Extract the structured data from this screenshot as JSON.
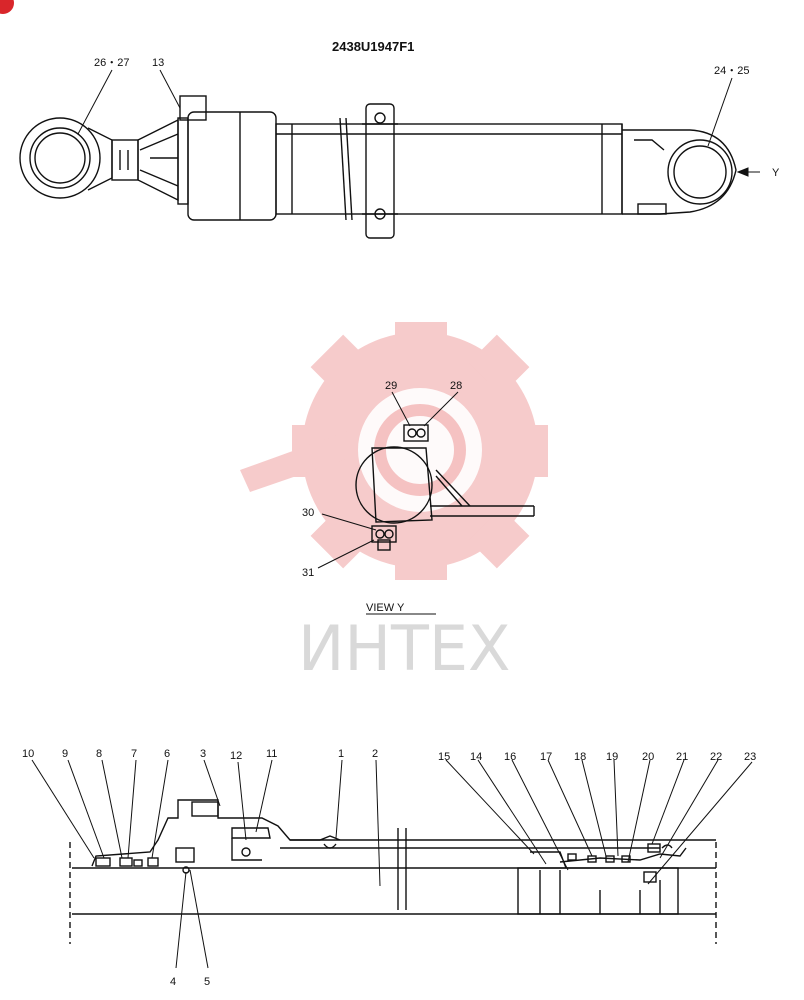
{
  "drawing_number": "2438U1947F1",
  "watermark_text": "ИНТЕХ",
  "colors": {
    "line": "#111111",
    "watermark_gear": "#f5c2c2",
    "watermark_text": "#d9d9d9",
    "corner_badge": "#d9262b"
  },
  "top_view": {
    "callouts": {
      "c26_27": "26・27",
      "c13": "13",
      "c24_25": "24・25"
    },
    "arrow_label": "Y"
  },
  "view_y": {
    "title": "VIEW   Y",
    "callouts": {
      "c29": "29",
      "c28": "28",
      "c30": "30",
      "c31": "31"
    }
  },
  "section_view": {
    "top_callouts": [
      "10",
      "9",
      "8",
      "7",
      "6",
      "3",
      "12",
      "11",
      "1",
      "2",
      "15",
      "14",
      "16",
      "17",
      "18",
      "19",
      "20",
      "21",
      "22",
      "23"
    ],
    "bottom_callouts": [
      "4",
      "5"
    ]
  }
}
